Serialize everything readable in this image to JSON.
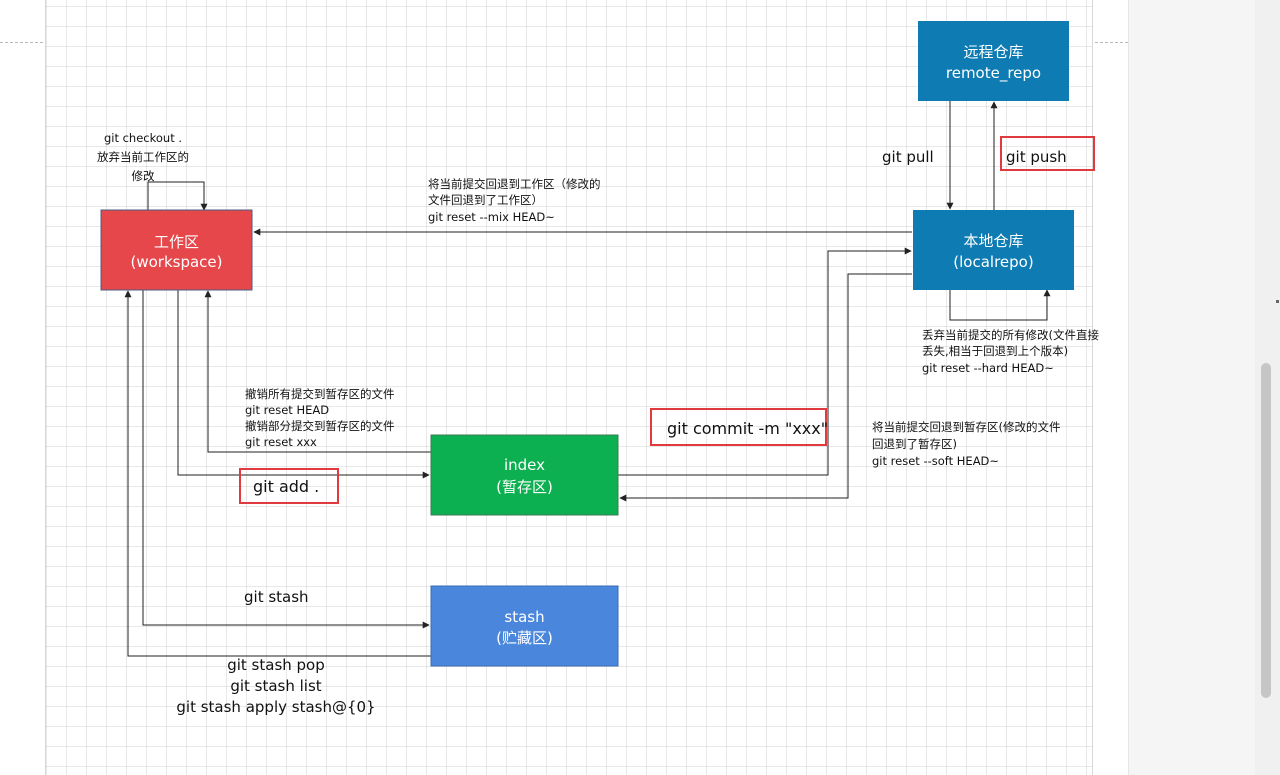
{
  "nodes": {
    "workspace": {
      "line1": "工作区",
      "line2": "(workspace)",
      "color": "#e5474b"
    },
    "localrepo": {
      "line1": "本地仓库",
      "line2": "(localrepo)",
      "color": "#0e7cb3"
    },
    "remote_repo": {
      "line1": "远程仓库",
      "line2": "remote_repo",
      "color": "#0e7cb3"
    },
    "index": {
      "line1": "index",
      "line2": "(暂存区)",
      "color": "#0db050"
    },
    "stash": {
      "line1": "stash",
      "line2": "(贮藏区)",
      "color": "#4a87dc"
    }
  },
  "labels": {
    "checkout": [
      "git checkout .",
      "放弃当前工作区的",
      "修改"
    ],
    "reset_mix": [
      "将当前提交回退到工作区（修改的",
      "文件回退到了工作区）",
      "git reset  --mix HEAD~"
    ],
    "git_pull": "git pull",
    "git_push": "git push",
    "reset_hard": [
      "丢弃当前提交的所有修改(文件直接",
      "丢失,相当于回退到上个版本)",
      "git reset --hard  HEAD~"
    ],
    "reset_head": [
      "撤销所有提交到暂存区的文件",
      "git reset HEAD",
      "撤销部分提交到暂存区的文件",
      "git reset xxx"
    ],
    "git_add": "git add .",
    "git_commit": "git commit -m \"xxx\"",
    "reset_soft": [
      "将当前提交回退到暂存区(修改的文件",
      "回退到了暂存区)",
      "git reset --soft HEAD~"
    ],
    "git_stash": "git stash",
    "stash_cmds": [
      "git stash pop",
      "git stash list",
      "git stash apply stash@{0}"
    ]
  },
  "colors": {
    "highlight": "#e0393e",
    "arrow": "#222222"
  }
}
